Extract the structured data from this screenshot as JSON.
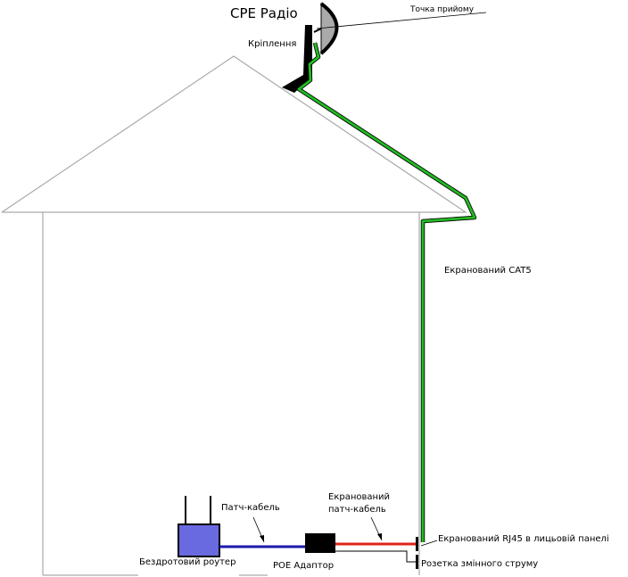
{
  "labels": {
    "cpe_radio": "CPE Радіо",
    "access_point": "Точка прийому",
    "mount": "Кріплення",
    "shielded_cat5": "Екранований CAT5",
    "patch_cable": "Патч-кабель",
    "shielded_patch_line1": "Екранований",
    "shielded_patch_line2": "патч-кабель",
    "shielded_rj45": "Екранований RJ45 в лицьовій панелі",
    "wireless_router": "Бездротовий роутер",
    "poe_adapter": "POE Адаптор",
    "ac_outlet": "Розетка змінного струму"
  },
  "colors": {
    "outline": "#aaaaaa",
    "cat5_cable": "#22bb22",
    "patch_cable": "#1a1aaa",
    "shielded_patch_cable": "#e0241a",
    "router": "#6a6ae0",
    "poe": "#000000",
    "dish": "#aaaaaa"
  }
}
